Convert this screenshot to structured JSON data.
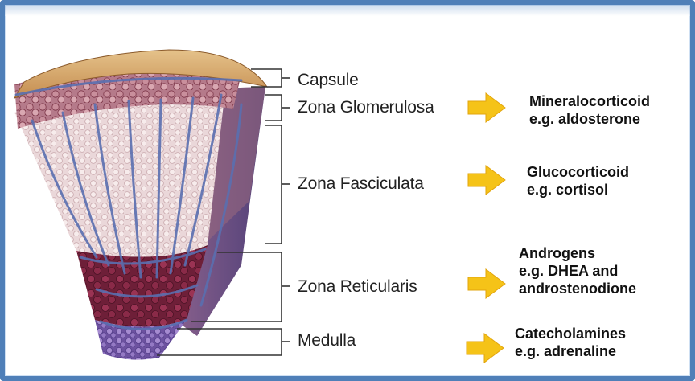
{
  "layers": [
    {
      "name": "Capsule"
    },
    {
      "name": "Zona Glomerulosa",
      "hormone": [
        "Mineralocorticoid",
        "e.g. aldosterone"
      ]
    },
    {
      "name": "Zona Fasciculata",
      "hormone": [
        "Glucocorticoid",
        "e.g. cortisol"
      ]
    },
    {
      "name": "Zona Reticularis",
      "hormone": [
        "Androgens",
        "e.g. DHEA and",
        "androstenodione"
      ]
    },
    {
      "name": "Medulla",
      "hormone": [
        "Catecholamines",
        "e.g. adrenaline"
      ]
    }
  ],
  "colors": {
    "frame": "#4f7fb8",
    "arrow": "#f5c318",
    "capsule": "#d9a866",
    "vessel": "#5a6fb0",
    "fasciculata": "#e8d2d4",
    "reticularis": "#8a2a45",
    "medulla": "#8e6bb5"
  },
  "icons": {
    "arrow": "right-arrow-icon"
  }
}
